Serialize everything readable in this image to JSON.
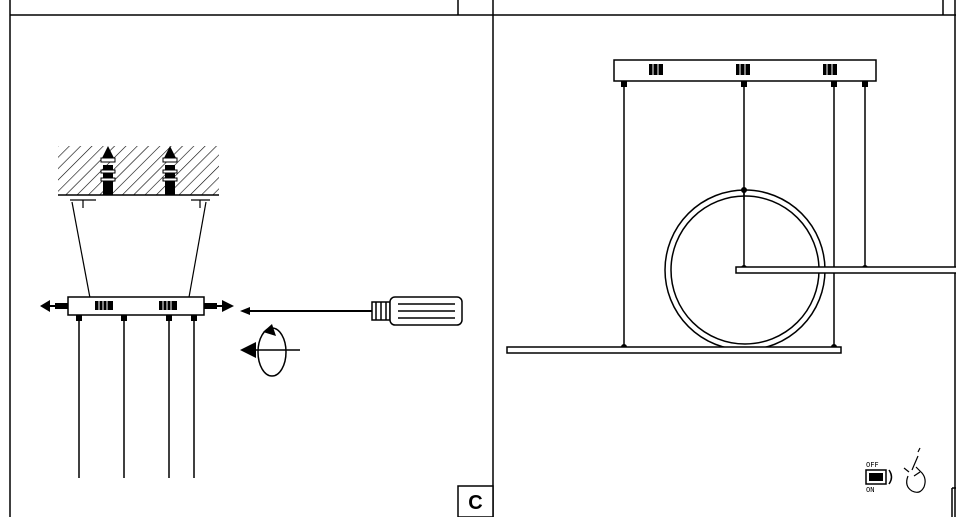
{
  "panels": {
    "left": {
      "step_label": "C"
    },
    "right": {
      "switch": {
        "off_label": "OFF",
        "on_label": "ON"
      }
    }
  }
}
